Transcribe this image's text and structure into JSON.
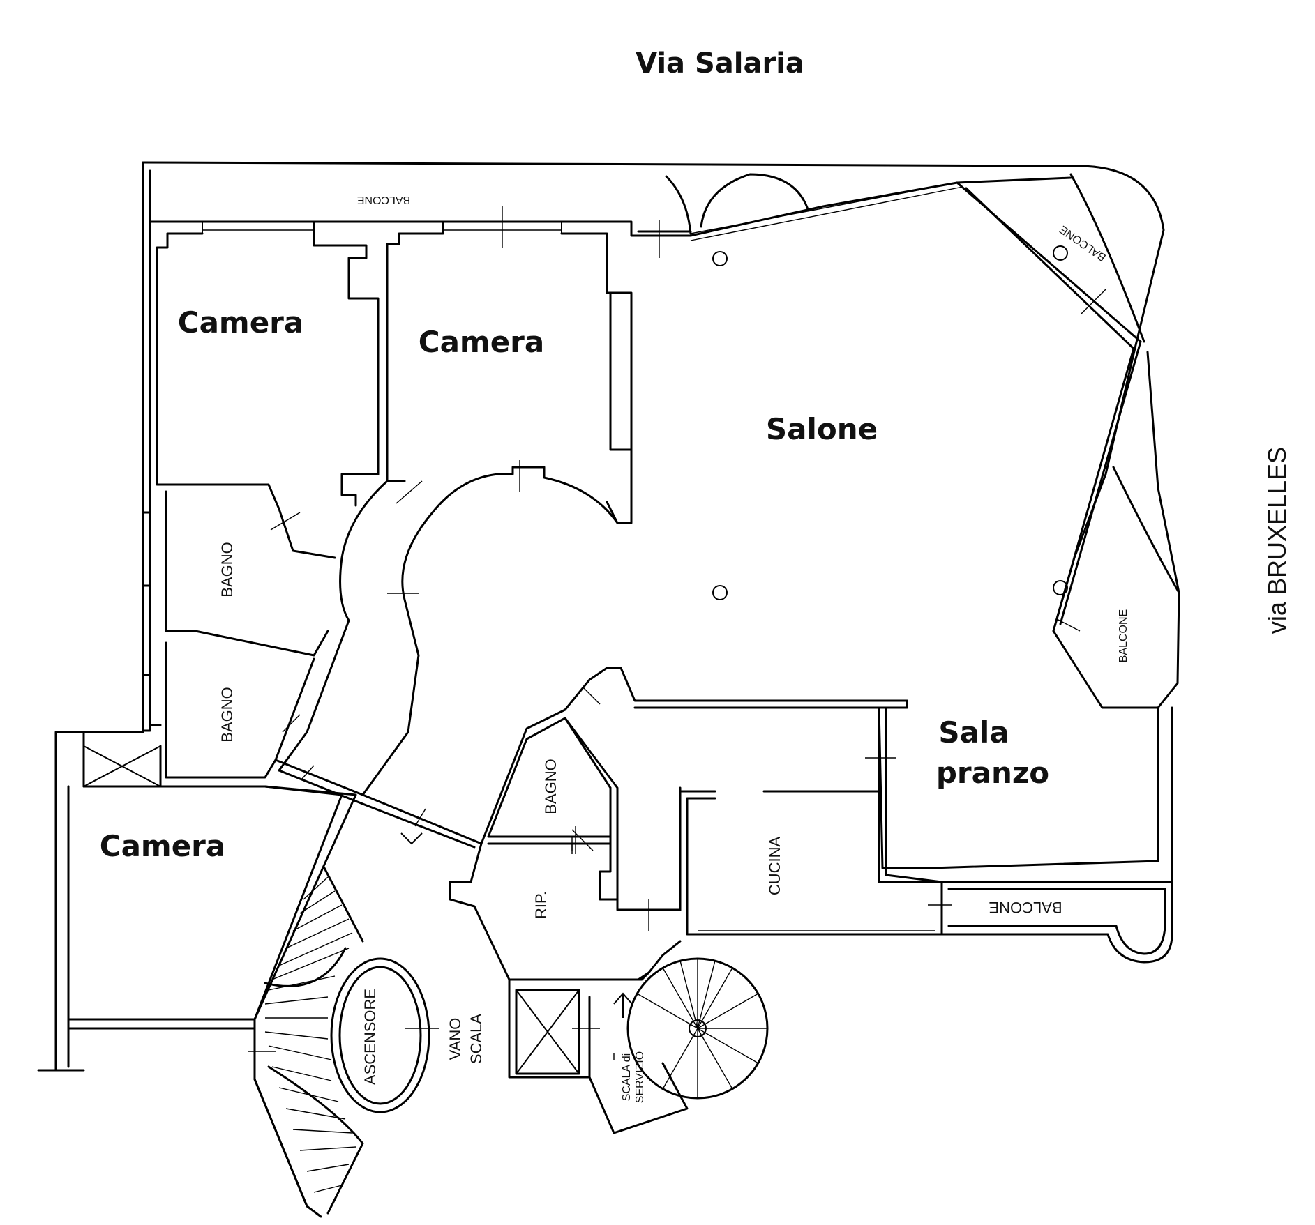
{
  "streets": {
    "north": "Via Salaria",
    "east": "via BRUXELLES"
  },
  "rooms": {
    "camera_1": "Camera",
    "camera_2": "Camera",
    "camera_3": "Camera",
    "salone": "Salone",
    "sala_pranzo_line1": "Sala",
    "sala_pranzo_line2": "pranzo",
    "bagno_1": "BAGNO",
    "bagno_2": "BAGNO",
    "bagno_3": "BAGNO",
    "cucina": "CUCINA",
    "ripostiglio": "RIP.",
    "ascensore": "ASCENSORE",
    "vano_scala_line1": "VANO",
    "vano_scala_line2": "SCALA",
    "scala_servizio_line1": "SCALA di",
    "scala_servizio_line2": "SERVIZIO"
  },
  "balconies": {
    "north": "BALCONE",
    "northeast": "BALCONE",
    "east": "BALCONE",
    "south": "BALCONE"
  }
}
